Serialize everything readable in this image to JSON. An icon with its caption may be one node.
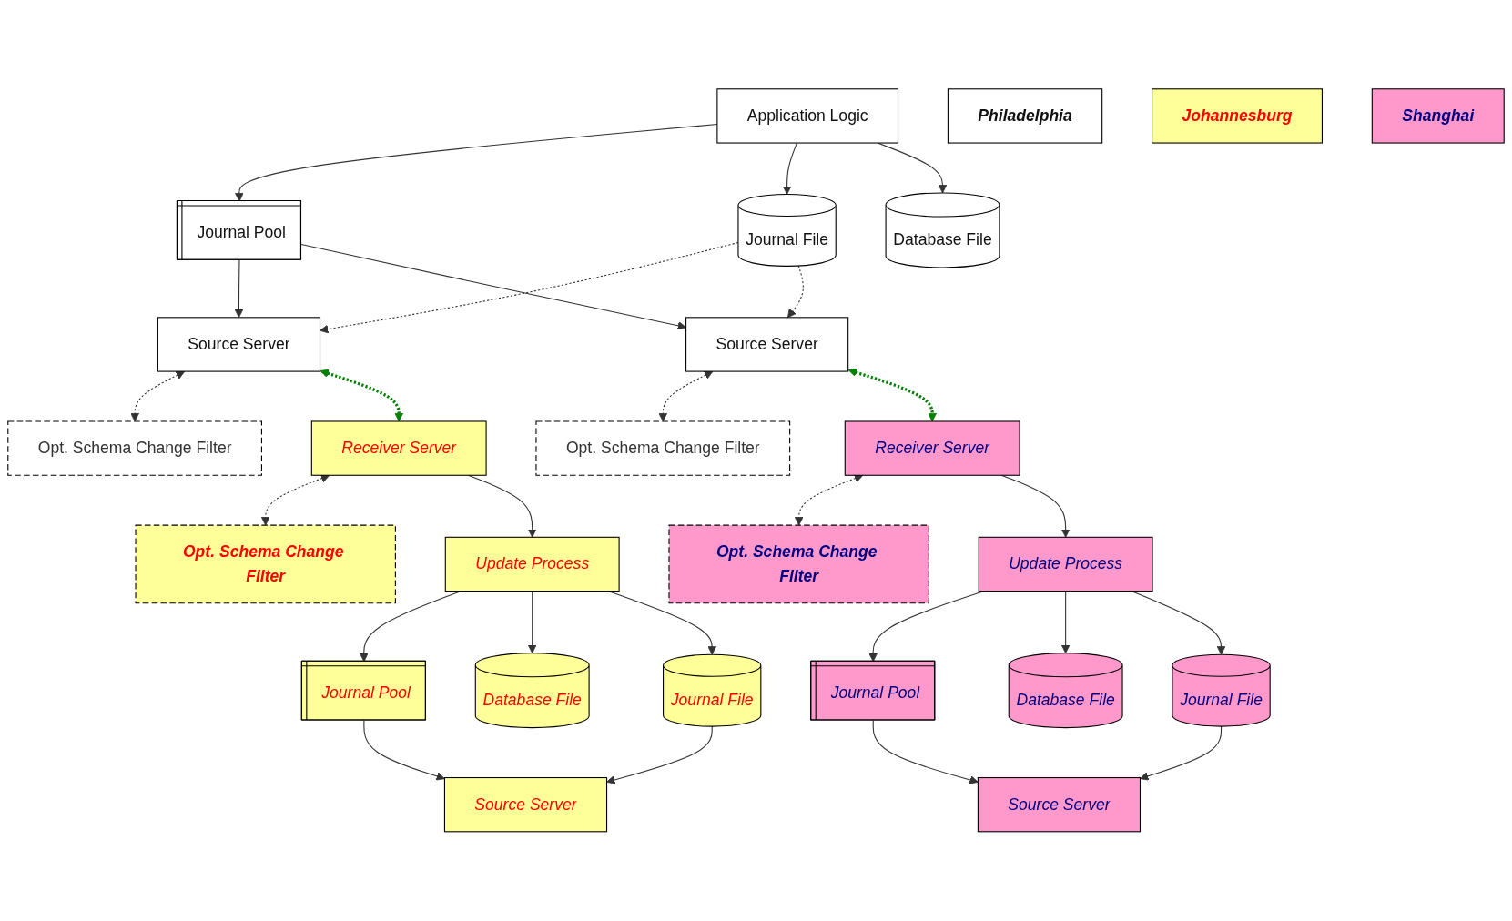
{
  "diagram": {
    "nodes": [
      {
        "text": [
          "Application Logic"
        ]
      },
      {
        "text": [
          "Journal Pool"
        ]
      },
      {
        "text": [
          "Source Server"
        ]
      },
      {
        "text": [
          "Opt. Schema Change Filter"
        ]
      },
      {
        "text": [
          "Journal File"
        ]
      },
      {
        "text": [
          "Philadelphia"
        ]
      },
      {
        "text": [
          "Opt. Schema Change Filter"
        ]
      },
      {
        "text": [
          "Database File"
        ]
      },
      {
        "text": [
          "Opt. Schema Change Filter"
        ]
      },
      {
        "text": [
          "Source Server"
        ]
      },
      {
        "text": [
          "Receiver Server"
        ]
      },
      {
        "text": [
          "Opt. Schema Change Filter"
        ]
      },
      {
        "text": [
          "Johannesburg"
        ]
      },
      {
        "text": [
          "Receiver Server"
        ]
      },
      {
        "text": [
          "Update Process"
        ]
      },
      {
        "text": [
          "Journal Pool"
        ]
      },
      {
        "text": [
          "Update Process"
        ]
      },
      {
        "text": [
          "Journal Pool"
        ]
      },
      {
        "text": [
          "Database File"
        ]
      },
      {
        "text": [
          "Journal File"
        ]
      },
      {
        "text": [
          "Source Server"
        ]
      },
      {
        "text": [
          "Database File"
        ]
      },
      {
        "text": [
          "Journal File"
        ]
      },
      {
        "text": [
          "Shanghai"
        ]
      },
      {
        "text": [
          "Source Server"
        ]
      }
    ],
    "edges": [
      {
        "from": 0,
        "to": 1,
        "arrow": "to"
      },
      {
        "from": 0,
        "to": 4,
        "arrow": "to"
      },
      {
        "from": 0,
        "to": 7,
        "arrow": "to"
      },
      {
        "from": 1,
        "to": 2,
        "arrow": "to"
      },
      {
        "from": 1,
        "to": 9,
        "arrow": "to"
      },
      {
        "from": 4,
        "to": 2,
        "arrow": "to",
        "style": "dashed"
      },
      {
        "from": 4,
        "to": 9,
        "arrow": "to",
        "style": "dashed"
      },
      {
        "from": 2,
        "to": 3,
        "arrow": "both",
        "style": "dashed"
      },
      {
        "from": 2,
        "to": 10,
        "arrow": "both",
        "style": "dashed",
        "color": "#008000"
      },
      {
        "from": 9,
        "to": 6,
        "arrow": "both",
        "style": "dashed"
      },
      {
        "from": 9,
        "to": 13,
        "arrow": "both",
        "style": "dashed",
        "color": "#008000"
      },
      {
        "from": 13,
        "to": 8,
        "arrow": "both",
        "style": "dashed"
      },
      {
        "from": 10,
        "to": 11,
        "arrow": "both",
        "style": "dashed"
      },
      {
        "from": 10,
        "to": 14,
        "arrow": "to"
      },
      {
        "from": 14,
        "to": 15,
        "arrow": "to"
      },
      {
        "from": 14,
        "to": 18,
        "arrow": "to"
      },
      {
        "from": 14,
        "to": 19,
        "arrow": "to"
      },
      {
        "from": 15,
        "to": 20,
        "arrow": "to"
      },
      {
        "from": 19,
        "to": 20,
        "arrow": "to"
      },
      {
        "from": 13,
        "to": 16,
        "arrow": "to"
      },
      {
        "from": 16,
        "to": 17,
        "arrow": "to"
      },
      {
        "from": 16,
        "to": 21,
        "arrow": "to"
      },
      {
        "from": 16,
        "to": 22,
        "arrow": "to"
      },
      {
        "from": 17,
        "to": 24,
        "arrow": "to"
      },
      {
        "from": 22,
        "to": 24,
        "arrow": "to"
      }
    ]
  }
}
